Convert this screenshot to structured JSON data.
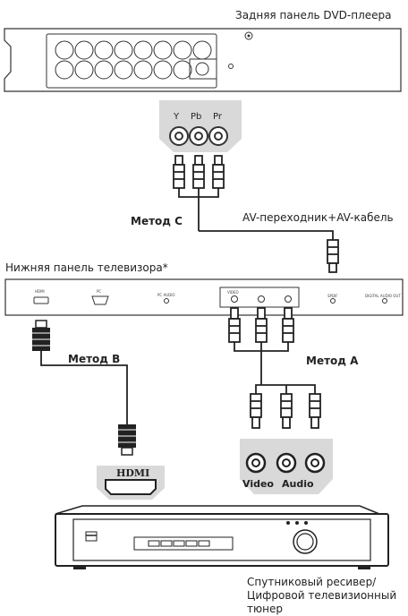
{
  "dvd": {
    "title": "Задняя панель DVD-плеера"
  },
  "component_ports": [
    "Y",
    "Pb",
    "Pr"
  ],
  "labels": {
    "method_c": "Метод C",
    "av_adapter": "AV-переходник+AV-кабель",
    "tv_title": "Нижняя панель телевизора*",
    "method_b": "Метод B",
    "method_a": "Метод A",
    "hdmi_plug": "HDMI",
    "video": "Video",
    "audio": "Audio"
  },
  "tv_ports": {
    "hdmi": "HDMI",
    "pc": "PC",
    "pc_audio": "PC AUDIO",
    "video": "VIDEO",
    "spdif": "SPDIF",
    "digital_audio_out": "DIGITAL AUDIO OUT"
  },
  "receiver": {
    "caption": [
      "Спутниковый ресивер/",
      "Цифровой телевизионный",
      "тюнер"
    ]
  }
}
